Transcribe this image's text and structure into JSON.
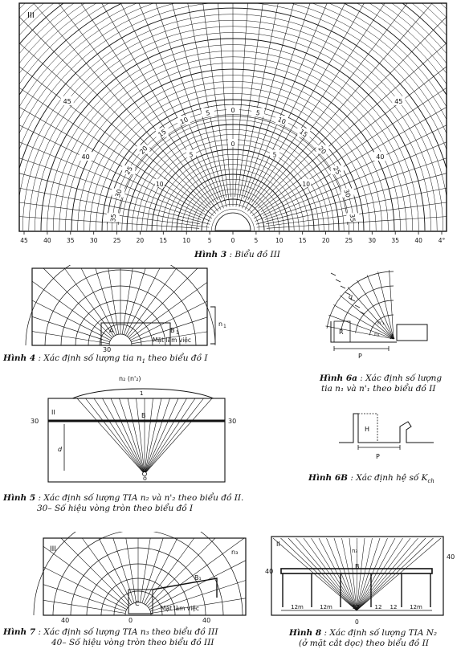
{
  "fig3": {
    "corner_label": "III",
    "ring_labels_inner": [
      "10",
      "5",
      "0",
      "5",
      "10"
    ],
    "ring_labels_band": [
      "35",
      "30",
      "25",
      "20",
      "15",
      "10",
      "5",
      "0",
      "5",
      "10",
      "15",
      "20",
      "25",
      "30",
      "35"
    ],
    "outer_left_labels": [
      "40",
      "45"
    ],
    "outer_right_labels": [
      "40",
      "45"
    ],
    "axis_ticks": [
      "45",
      "40",
      "35",
      "30",
      "25",
      "20",
      "15",
      "10",
      "5",
      "0",
      "5",
      "10",
      "15",
      "20",
      "25",
      "30",
      "35",
      "40",
      "4°"
    ],
    "caption_bold": "Hình 3",
    "caption_rest": " : Biểu đồ III"
  },
  "fig4": {
    "label_a": "A",
    "label_b1": "B",
    "label_b1_sub": "1",
    "label_n1": "n",
    "label_n1_sub": "1",
    "label_surface": "Mặt làm việc",
    "label_30": "30",
    "caption_bold": "Hình 4",
    "caption_rest": " : Xác định số lượng tia  n",
    "caption_sub": "1",
    "caption_end": " theo biểu đồ I"
  },
  "fig5": {
    "top_label": "n₂ (n'₂)",
    "label_1": "1",
    "label_II": "II",
    "label_B": "B",
    "label_30_left": "30",
    "label_30_right": "30",
    "label_d": "d",
    "label_o": "o",
    "caption_line1_bold": "Hình 5",
    "caption_line1_rest": " : Xác định số lượng TIA n₂ và n'₂ theo biểu đồ II.",
    "caption_line2": "30– Số hiệu vòng tròn theo biểu đồ I"
  },
  "fig6a": {
    "label_q": "q",
    "label_R": "R",
    "label_n1p": "n'₁",
    "label_n1": "n₁",
    "label_A": "A",
    "label_P": "P",
    "caption_line1_bold": "Hình 6a",
    "caption_line1_rest": " : Xác định số lượng",
    "caption_line2": "tia n₁ và n'₁ theo biểu đồ II"
  },
  "fig6b": {
    "label_H": "H",
    "label_P": "P",
    "caption_bold": "Hình 6B",
    "caption_rest": " : Xác định hệ số K",
    "caption_sub": "ch"
  },
  "fig7": {
    "corner_label": "III",
    "label_n3": "n₃",
    "label_B1": "B₁",
    "label_C": "C",
    "label_surface": "Mặt làm việc",
    "label_0": "0",
    "label_40_left": "40",
    "label_40_right": "40",
    "caption_line1_bold": "Hình 7",
    "caption_line1_rest": "  : Xác định số lượng TIA n₃ theo biểu đồ III",
    "caption_line2": "40– Số hiệu vòng tròn theo biểu đồ III"
  },
  "fig8": {
    "corner_label": "II",
    "label_n3": "n₃",
    "label_B": "B",
    "label_40_left": "40",
    "label_40_right": "40",
    "label_0": "0",
    "spans": [
      "12m",
      "12m",
      "12",
      "12",
      "12",
      "12m"
    ],
    "caption_line1_bold": "Hình 8",
    "caption_line1_rest": " : Xác định số lượng TIA N₂",
    "caption_line2": "(ở mặt cắt dọc) theo biểu đồ II"
  },
  "colors": {
    "ink": "#111111",
    "paper": "#ffffff"
  }
}
